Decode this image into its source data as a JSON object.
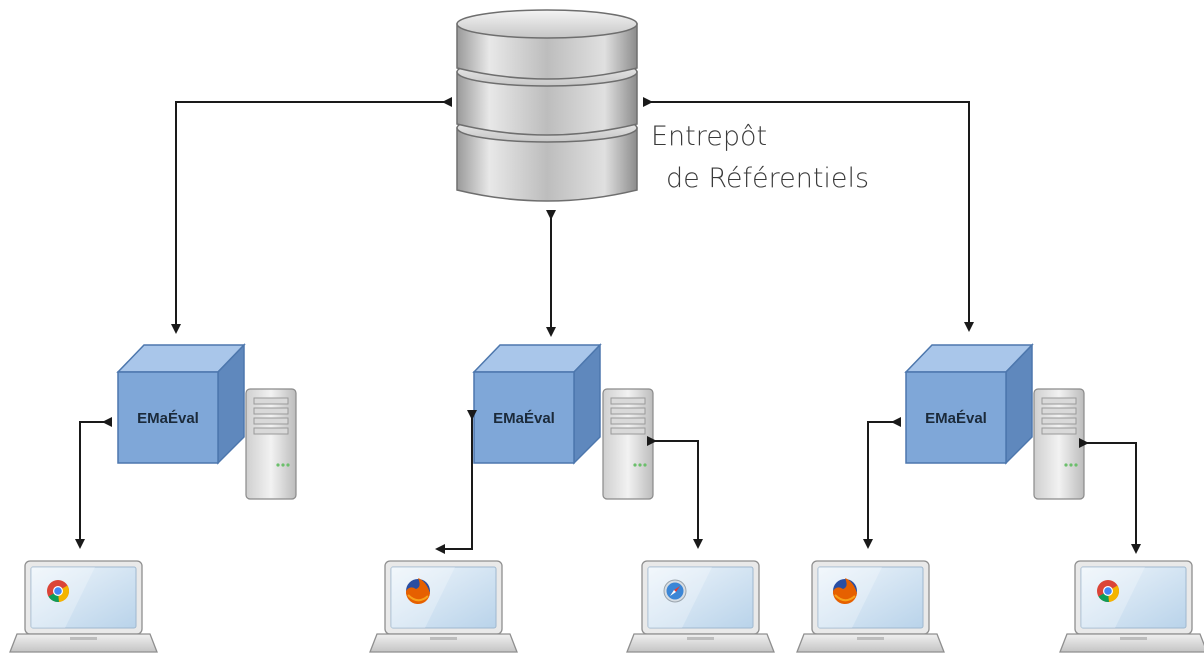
{
  "repository": {
    "icon": "database-icon",
    "label_line1": "Entrepôt",
    "label_line2": "de Référentiels"
  },
  "servers": [
    {
      "label": "EMaÉval",
      "icon": "server-tower-icon"
    },
    {
      "label": "EMaÉval",
      "icon": "server-tower-icon"
    },
    {
      "label": "EMaÉval",
      "icon": "server-tower-icon"
    }
  ],
  "clients": [
    {
      "device": "laptop-icon",
      "browser": "chrome"
    },
    {
      "device": "laptop-icon",
      "browser": "firefox"
    },
    {
      "device": "laptop-icon",
      "browser": "safari"
    },
    {
      "device": "laptop-icon",
      "browser": "firefox"
    },
    {
      "device": "laptop-icon",
      "browser": "chrome"
    }
  ],
  "colors": {
    "box_front": "#7fa7d8",
    "box_top": "#a9c6ea",
    "box_side": "#5f88bd",
    "arrow": "#1a1a1a"
  }
}
